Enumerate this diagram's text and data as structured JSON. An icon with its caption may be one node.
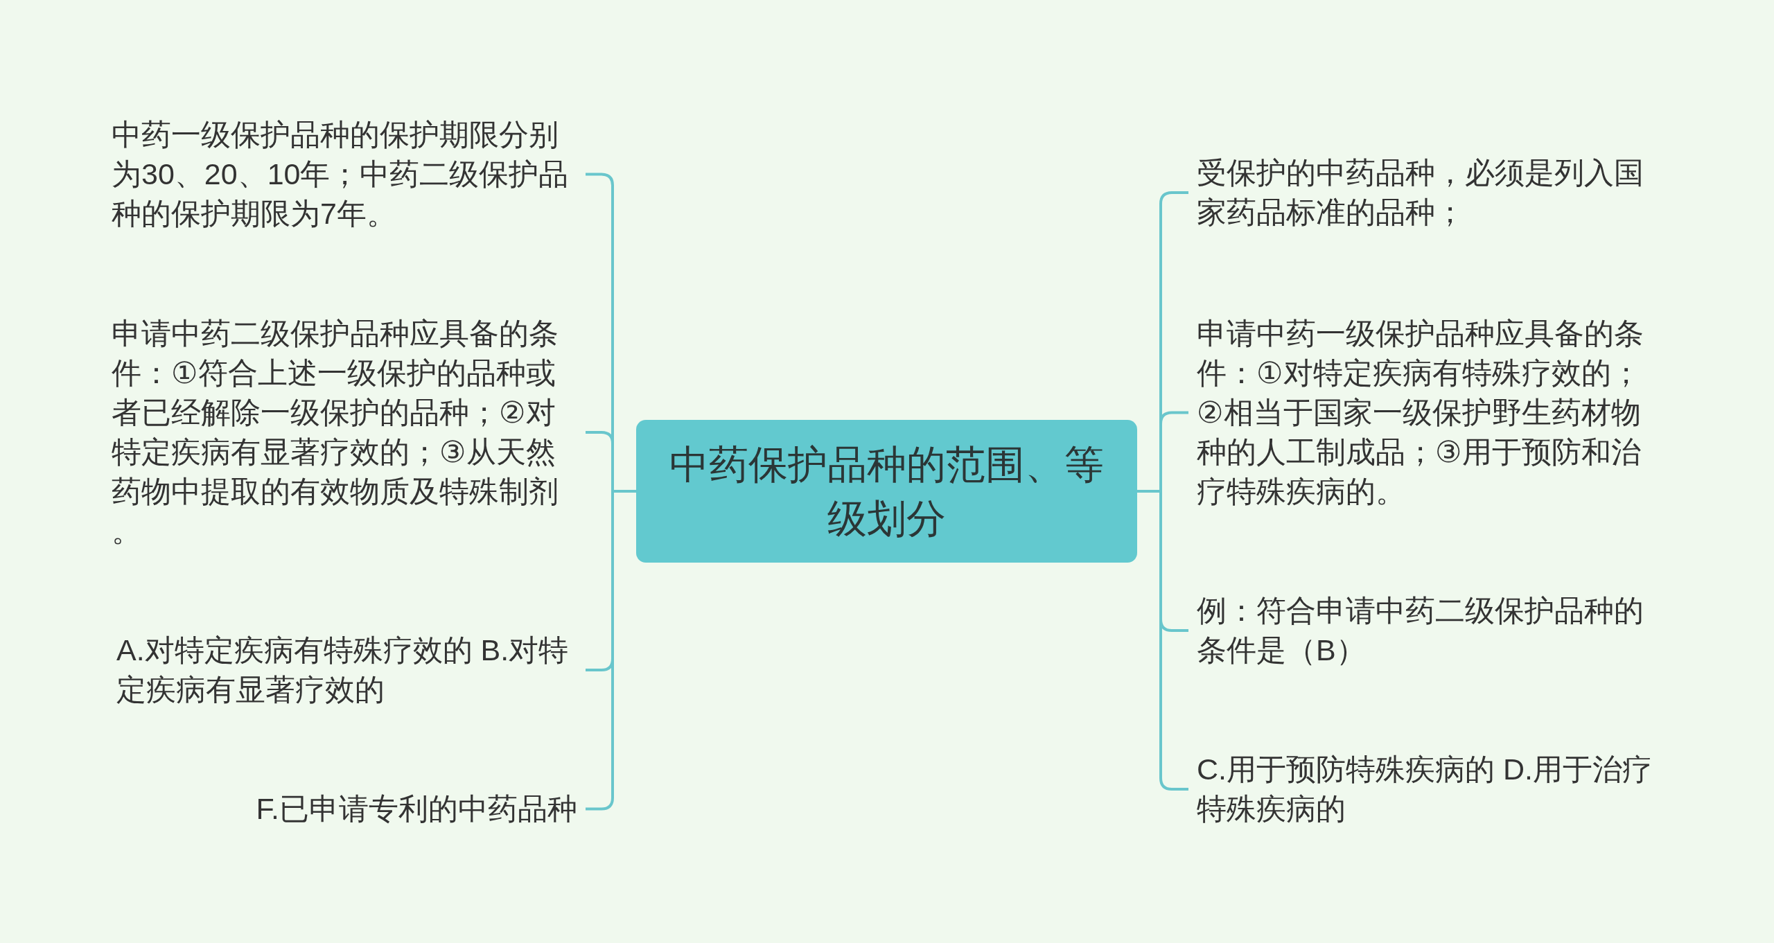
{
  "diagram": {
    "nodes": [
      {
        "text": [
          "中药保护品种的范围、等级划分"
        ]
      },
      {
        "text": [
          "中药一级保护品种的保护期限分别为30、20、10年；中药二级保护品种的保护期限为7年。"
        ]
      },
      {
        "text": [
          "申请中药二级保护品种应具备的条件：①符合上述一级保护的品种或者已经解除一级保护的品种；②对特定疾病有显著疗效的；③从天然药物中提取的有效物质及特殊制剂。"
        ]
      },
      {
        "text": [
          "A.对特定疾病有特殊疗效的 B.对特定疾病有显著疗效的"
        ]
      },
      {
        "text": [
          "F.已申请专利的中药品种"
        ]
      },
      {
        "text": [
          "受保护的中药品种，必须是列入国家药品标准的品种；"
        ]
      },
      {
        "text": [
          "申请中药一级保护品种应具备的条件：①对特定疾病有特殊疗效的；②相当于国家一级保护野生药材物种的人工制成品；③用于预防和治疗特殊疾病的。"
        ]
      },
      {
        "text": [
          "例：符合申请中药二级保护品种的条件是（B）"
        ]
      },
      {
        "text": [
          "C.用于预防特殊疾病的 D.用于治疗特殊疾病的"
        ]
      }
    ],
    "edges": [
      {
        "from": 0,
        "to": 1,
        "arrow": "none"
      },
      {
        "from": 0,
        "to": 2,
        "arrow": "none"
      },
      {
        "from": 0,
        "to": 3,
        "arrow": "none"
      },
      {
        "from": 0,
        "to": 4,
        "arrow": "none"
      },
      {
        "from": 0,
        "to": 5,
        "arrow": "none"
      },
      {
        "from": 0,
        "to": 6,
        "arrow": "none"
      },
      {
        "from": 0,
        "to": 7,
        "arrow": "none"
      },
      {
        "from": 0,
        "to": 8,
        "arrow": "none"
      }
    ]
  }
}
